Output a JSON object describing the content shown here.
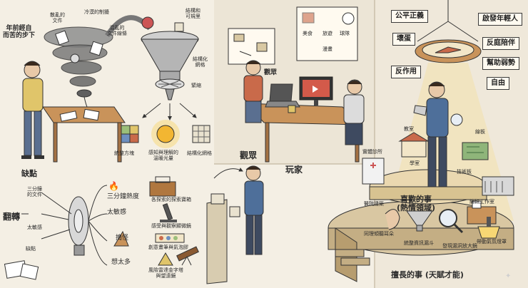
{
  "left": {
    "person_caption": "年前經自\n而苦的步下",
    "chaos_labels": [
      "散亂的\n文件",
      "冷漠的制擾",
      "混亂的\n文件線條"
    ],
    "funnel_labels": [
      "結構和\n可規里",
      "結構化\n網格",
      "緊縮"
    ],
    "outputs": [
      "統整方塊",
      "感知與理解的\n溫暖光量",
      "結構化網格"
    ]
  },
  "weakness_panel": {
    "title": "缺點",
    "flip_label": "翻轉",
    "small_labels": [
      "三分鐘\n的文件",
      "太敏感",
      "缺點"
    ],
    "traits": [
      "三分鐘熱度",
      "太敏感",
      "搗怪",
      "想太多"
    ],
    "results": [
      "各探索的探索寶箱",
      "感受與觀察顯微鏡",
      "創意畫筆與氣泡膠",
      "風險雷達金字塔\n與望遠鏡"
    ]
  },
  "middle": {
    "observer_label": "觀眾",
    "observer_label_2": "觀眾",
    "player_label": "玩家",
    "board_items": [
      "美食",
      "旅遊",
      "球隊",
      "漫畫"
    ]
  },
  "right": {
    "signs": [
      "公平正義",
      "壞蛋",
      "反作用",
      "啟發年輕人",
      "反庭陪伴",
      "幫助弱勢",
      "自由"
    ],
    "passion_title": "喜歡的事\n(熱情領域)",
    "talent_title": "擅長的事 (天賦才能)",
    "items": [
      "教室",
      "實體診所",
      "醫院建築",
      "學室",
      "技術板",
      "線板",
      "編輯工作室",
      "同理傾聽耳朵",
      "統整資訊漏斗",
      "發現漏洞放大鏡",
      "帶動氣氛燈罩"
    ]
  },
  "colors": {
    "paper": "#f4efe4",
    "wood": "#c9935a",
    "ink": "#2b2b2b",
    "shirt_blue": "#4e6f9a",
    "shirt_red": "#c96a4a",
    "shirt_yellow": "#e0c56a",
    "glow": "#f7d774"
  },
  "icons": [
    "tornado-icon",
    "funnel-icon",
    "cube-icon",
    "sun-icon",
    "grid-icon",
    "fire-icon",
    "toolbox-icon",
    "microscope-icon",
    "paintbrush-icon",
    "telescope-icon",
    "compass-icon",
    "magnifier-icon",
    "ear-icon",
    "lamp-icon",
    "computer-icon"
  ]
}
